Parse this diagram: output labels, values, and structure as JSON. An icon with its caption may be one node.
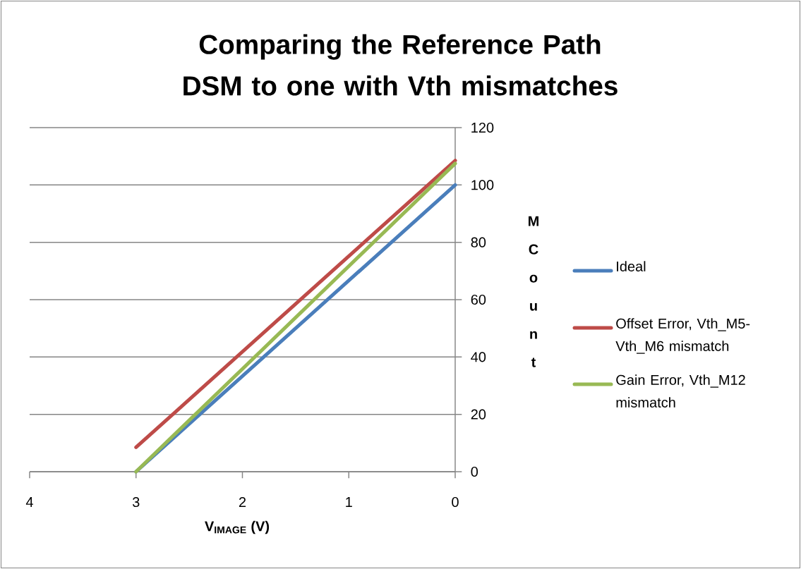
{
  "diagram": {
    "chart_data": {
      "type": "line",
      "title": "Comparing the Reference Path DSM to one with Vth mismatches",
      "xlabel": "V$_{IMAGE}$ (V)",
      "ylabel": "M Count",
      "x": [
        3,
        0
      ],
      "series": [
        {
          "name": "Ideal",
          "color": "#4a7ebb",
          "values": [
            0,
            100
          ]
        },
        {
          "name": "Offset Error, Vth_M5-Vth_M6 mismatch",
          "color": "#be4b48",
          "values": [
            8.5,
            108.5
          ]
        },
        {
          "name": "Gain Error, Vth_M12 mismatch",
          "color": "#98b954",
          "values": [
            0,
            107.5
          ]
        }
      ],
      "grid": "y",
      "legend": "right",
      "xlim": [
        4,
        0
      ],
      "ylim": [
        0,
        120
      ],
      "xticks": [
        0,
        1,
        2,
        3,
        4
      ],
      "yticks": [
        0,
        20,
        40,
        60,
        80,
        100,
        120
      ]
    }
  }
}
